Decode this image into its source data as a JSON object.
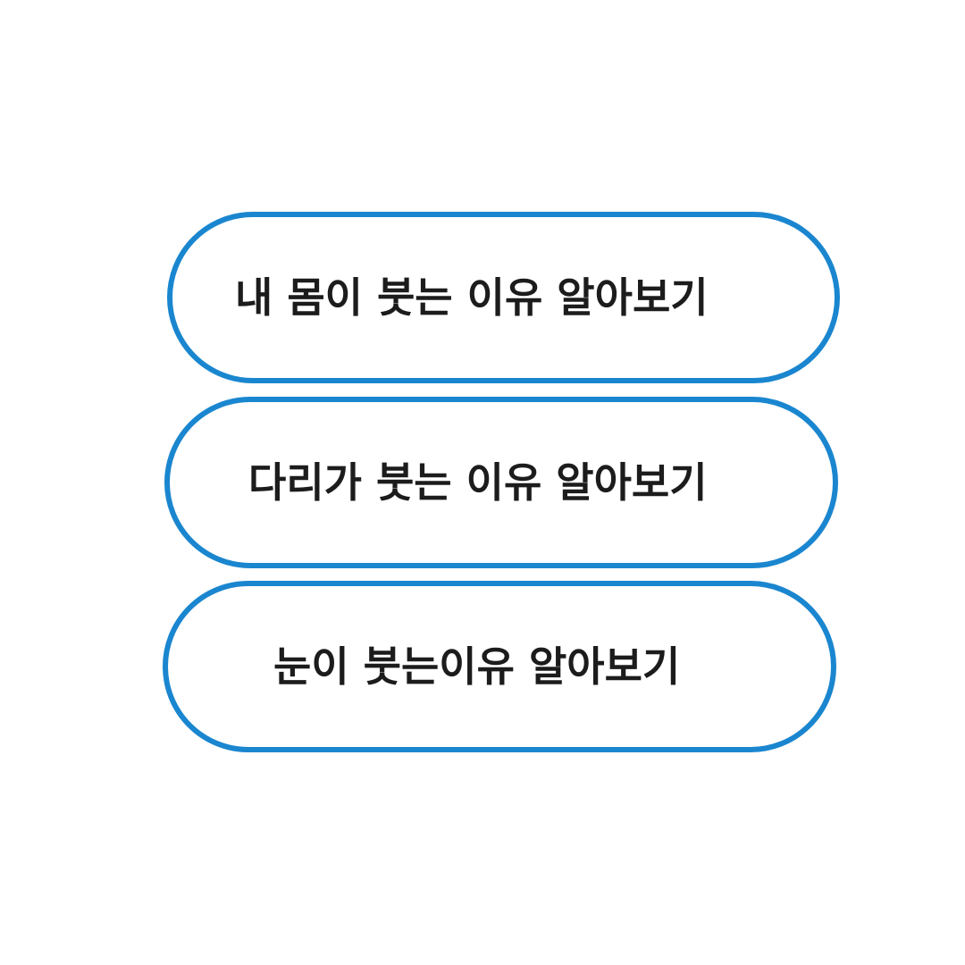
{
  "colors": {
    "border": "#1a86cf",
    "text": "#1c1c1c",
    "background": "#ffffff"
  },
  "buttons": [
    {
      "label": "내 몸이 붓는 이유 알아보기"
    },
    {
      "label": "다리가 붓는 이유 알아보기"
    },
    {
      "label": "눈이 붓는이유 알아보기"
    }
  ]
}
